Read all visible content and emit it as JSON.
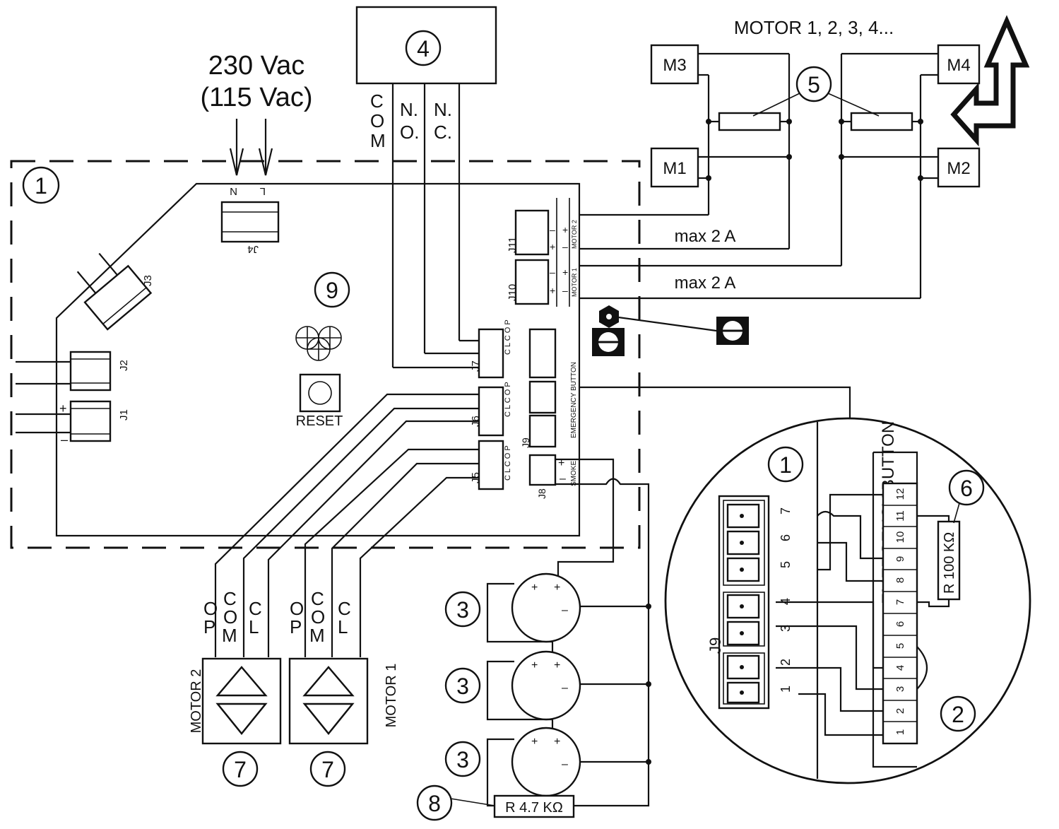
{
  "supply": {
    "line1": "230 Vac",
    "line2": "(115 Vac)"
  },
  "motors_header": "MOTOR 1, 2, 3, 4...",
  "motor_boxes": [
    "M3",
    "M4",
    "M1",
    "M2"
  ],
  "max_current": "max 2 A",
  "relay_contacts": [
    "COM",
    "N.",
    "O.",
    "N.",
    "C."
  ],
  "callouts": [
    "1",
    "2",
    "3",
    "4",
    "5",
    "6",
    "7",
    "8",
    "9"
  ],
  "connectors": [
    "J1",
    "J2",
    "J3",
    "J4",
    "J5",
    "J6",
    "J7",
    "J8",
    "J9",
    "J10",
    "J11"
  ],
  "j4_terminals": [
    "N",
    "L"
  ],
  "board_labels": {
    "reset": "RESET",
    "motor1": "MOTOR 1",
    "motor2": "MOTOR 2",
    "emergency": "EMERGENCY BUTTON",
    "smoke": "SMOKE"
  },
  "switch_labels": {
    "op": "OP",
    "com": "COM",
    "cl": "CL",
    "motor2": "MOTOR 2",
    "motor1": "MOTOR 1"
  },
  "detail": {
    "connector": "J9",
    "label": "EMERGENCY BUTTON",
    "pins": [
      "7",
      "6",
      "5",
      "4",
      "3",
      "2",
      "1"
    ],
    "terminals": [
      "12",
      "11",
      "10",
      "9",
      "8",
      "7",
      "6",
      "5",
      "4",
      "3",
      "2",
      "1"
    ],
    "resistor": "R 100 KΩ"
  },
  "smoke_resistor": "R 4.7 KΩ"
}
